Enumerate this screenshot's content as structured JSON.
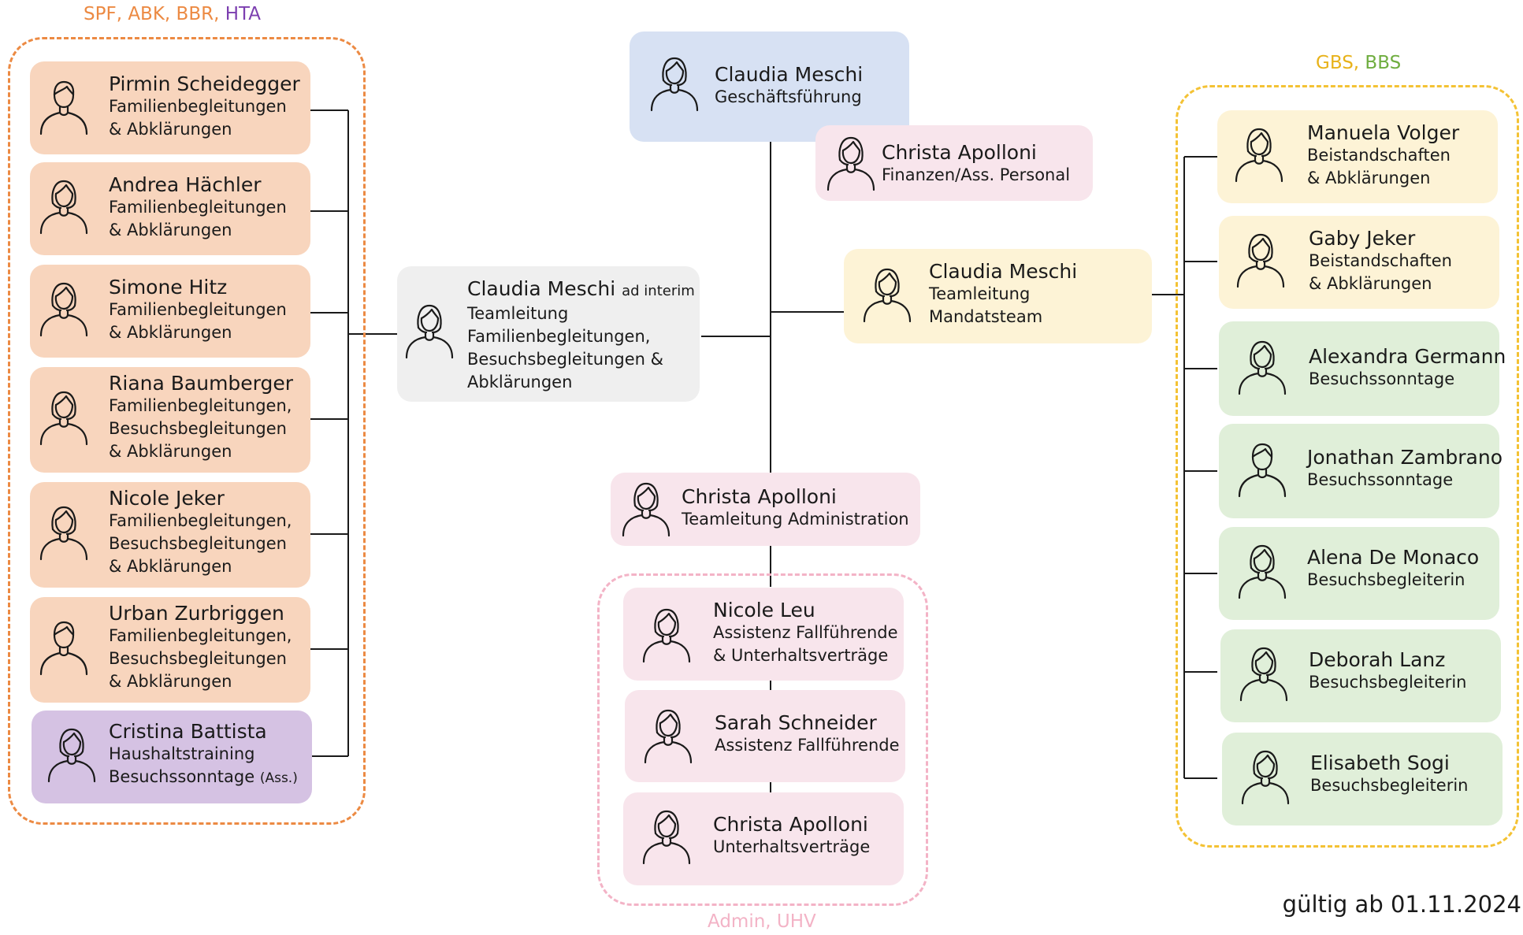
{
  "colors": {
    "orange_border": "#ec8a43",
    "orange_fill": "#f8d5bd",
    "purple_fill": "#d5c2e3",
    "purple_text": "#7c3fb0",
    "yellow_border": "#f4c234",
    "yellow_fill": "#fdf3d6",
    "green_fill": "#e0efd9",
    "green_text": "#6fad3f",
    "pink_border": "#f3b3c6",
    "pink_fill": "#f8e5ec",
    "blue_fill": "#d7e1f3",
    "gray_fill": "#efefef",
    "line": "#1a1a1a"
  },
  "groups": {
    "left": {
      "labels": [
        "SPF, ABK, BBR, ",
        "HTA"
      ]
    },
    "right": {
      "labels": [
        "GBS, ",
        "BBS"
      ]
    },
    "admin": {
      "label": "Admin, UHV"
    }
  },
  "center": {
    "ceo": {
      "name": "Claudia Meschi",
      "role": "Geschäftsführung",
      "icon": "woman-icon"
    },
    "finance": {
      "name": "Christa Apolloni",
      "role": "Finanzen/Ass. Personal",
      "icon": "woman-icon"
    },
    "family_lead": {
      "name": "Claudia Meschi",
      "note": "ad interim",
      "roles": [
        "Teamleitung",
        "Familienbegleitungen,",
        "Besuchsbegleitungen &",
        "Abklärungen"
      ],
      "icon": "woman-icon"
    },
    "mandate_lead": {
      "name": "Claudia Meschi",
      "roles": [
        "Teamleitung",
        "Mandatsteam"
      ],
      "icon": "woman-icon"
    },
    "admin_lead": {
      "name": "Christa Apolloni",
      "role": "Teamleitung Administration",
      "icon": "woman-icon"
    }
  },
  "admin_team": [
    {
      "name": "Nicole Leu",
      "roles": [
        "Assistenz Fallführende",
        "& Unterhaltsverträge"
      ],
      "icon": "woman-icon"
    },
    {
      "name": "Sarah Schneider",
      "roles": [
        "Assistenz Fallführende"
      ],
      "icon": "woman-icon"
    },
    {
      "name": "Christa Apolloni",
      "roles": [
        "Unterhaltsverträge"
      ],
      "icon": "woman-icon"
    }
  ],
  "left_team": [
    {
      "name": "Pirmin Scheidegger",
      "roles": [
        "Familienbegleitungen",
        "& Abklärungen"
      ],
      "icon": "man-icon"
    },
    {
      "name": "Andrea Hächler",
      "roles": [
        "Familienbegleitungen",
        "& Abklärungen"
      ],
      "icon": "woman-icon"
    },
    {
      "name": "Simone Hitz",
      "roles": [
        "Familienbegleitungen",
        "& Abklärungen"
      ],
      "icon": "woman-icon"
    },
    {
      "name": "Riana Baumberger",
      "roles": [
        "Familienbegleitungen,",
        "Besuchsbegleitungen",
        "& Abklärungen"
      ],
      "icon": "woman-icon"
    },
    {
      "name": "Nicole Jeker",
      "roles": [
        "Familienbegleitungen,",
        "Besuchsbegleitungen",
        "& Abklärungen"
      ],
      "icon": "woman-icon"
    },
    {
      "name": "Urban Zurbriggen",
      "roles": [
        "Familienbegleitungen,",
        "Besuchsbegleitungen",
        "& Abklärungen"
      ],
      "icon": "man-icon"
    },
    {
      "name": "Cristina Battista",
      "roles": [
        "Haushaltstraining",
        "Besuchssonntage"
      ],
      "role_note": "(Ass.)",
      "icon": "woman-icon"
    }
  ],
  "right_team": [
    {
      "name": "Manuela Volger",
      "roles": [
        "Beistandschaften",
        "& Abklärungen"
      ],
      "icon": "woman-icon"
    },
    {
      "name": "Gaby Jeker",
      "roles": [
        "Beistandschaften",
        "& Abklärungen"
      ],
      "icon": "woman-icon"
    },
    {
      "name": "Alexandra Germann",
      "roles": [
        "Besuchssonntage"
      ],
      "icon": "woman-icon"
    },
    {
      "name": "Jonathan Zambrano",
      "roles": [
        "Besuchssonntage"
      ],
      "icon": "man-icon"
    },
    {
      "name": "Alena De Monaco",
      "roles": [
        "Besuchsbegleiterin"
      ],
      "icon": "woman-icon"
    },
    {
      "name": "Deborah Lanz",
      "roles": [
        "Besuchsbegleiterin"
      ],
      "icon": "woman-icon"
    },
    {
      "name": "Elisabeth Sogi",
      "roles": [
        "Besuchsbegleiterin"
      ],
      "icon": "woman-icon"
    }
  ],
  "footer": {
    "valid_from": "gültig ab 01.11.2024"
  }
}
